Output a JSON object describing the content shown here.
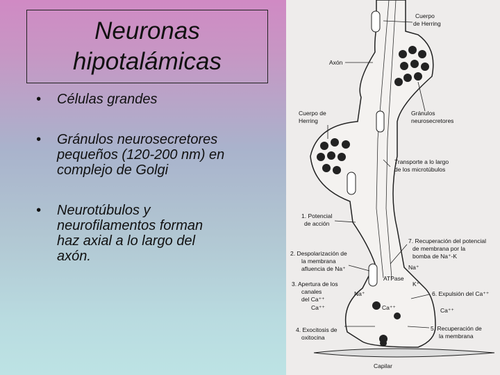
{
  "slide": {
    "title_line1": "Neuronas",
    "title_line2": "hipotalámicas",
    "bullets": [
      {
        "marker": "•",
        "text": "Células grandes"
      },
      {
        "marker": "•",
        "text": "Gránulos neurosecretores\npequeños (120-200 nm) en\ncomplejo de Golgi"
      },
      {
        "marker": "•",
        "text": "Neurotúbulos y\nneurofilamentos forman\nhaz axial a lo largo del\naxón."
      }
    ]
  },
  "figure": {
    "labels": {
      "cuerpo_herring_top_1": "Cuerpo",
      "cuerpo_herring_top_2": "de Herring",
      "axon": "Axón",
      "cuerpo_herring_left_1": "Cuerpo de",
      "cuerpo_herring_left_2": "Herring",
      "granulos_1": "Gránulos",
      "granulos_2": "neurosecretores",
      "transporte_1": "Transporte a lo largo",
      "transporte_2": "de los microtúbulos",
      "potencial_1": "1. Potencial",
      "potencial_2": "de acción",
      "recuperacion_pot_1": "7. Recuperación del potencial",
      "recuperacion_pot_2": "de membrana por la",
      "recuperacion_pot_3": "bomba de Na⁺-K",
      "despolarizacion_1": "2. Despolarización de",
      "despolarizacion_2": "la membrana",
      "despolarizacion_3": "afluencia de Na⁺",
      "na_plus": "Na⁺",
      "atpase": "ATPase",
      "k_plus": "K⁺",
      "apertura_1": "3. Apertura de los",
      "apertura_2": "canales",
      "apertura_3": "del Ca⁺⁺",
      "na_plus_2": "Na⁺",
      "expulsion": "6. Expulsión del Ca⁺⁺",
      "ca_1": "Ca⁺⁺",
      "ca_2": "Ca⁺⁺",
      "ca_3": "Ca⁺⁺",
      "exocitosis_1": "4. Exocitosis de",
      "exocitosis_2": "oxitocina",
      "recuperacion_mem_1": "5. Recuperación de",
      "recuperacion_mem_2": "la membrana",
      "capilar": "Capilar"
    }
  }
}
